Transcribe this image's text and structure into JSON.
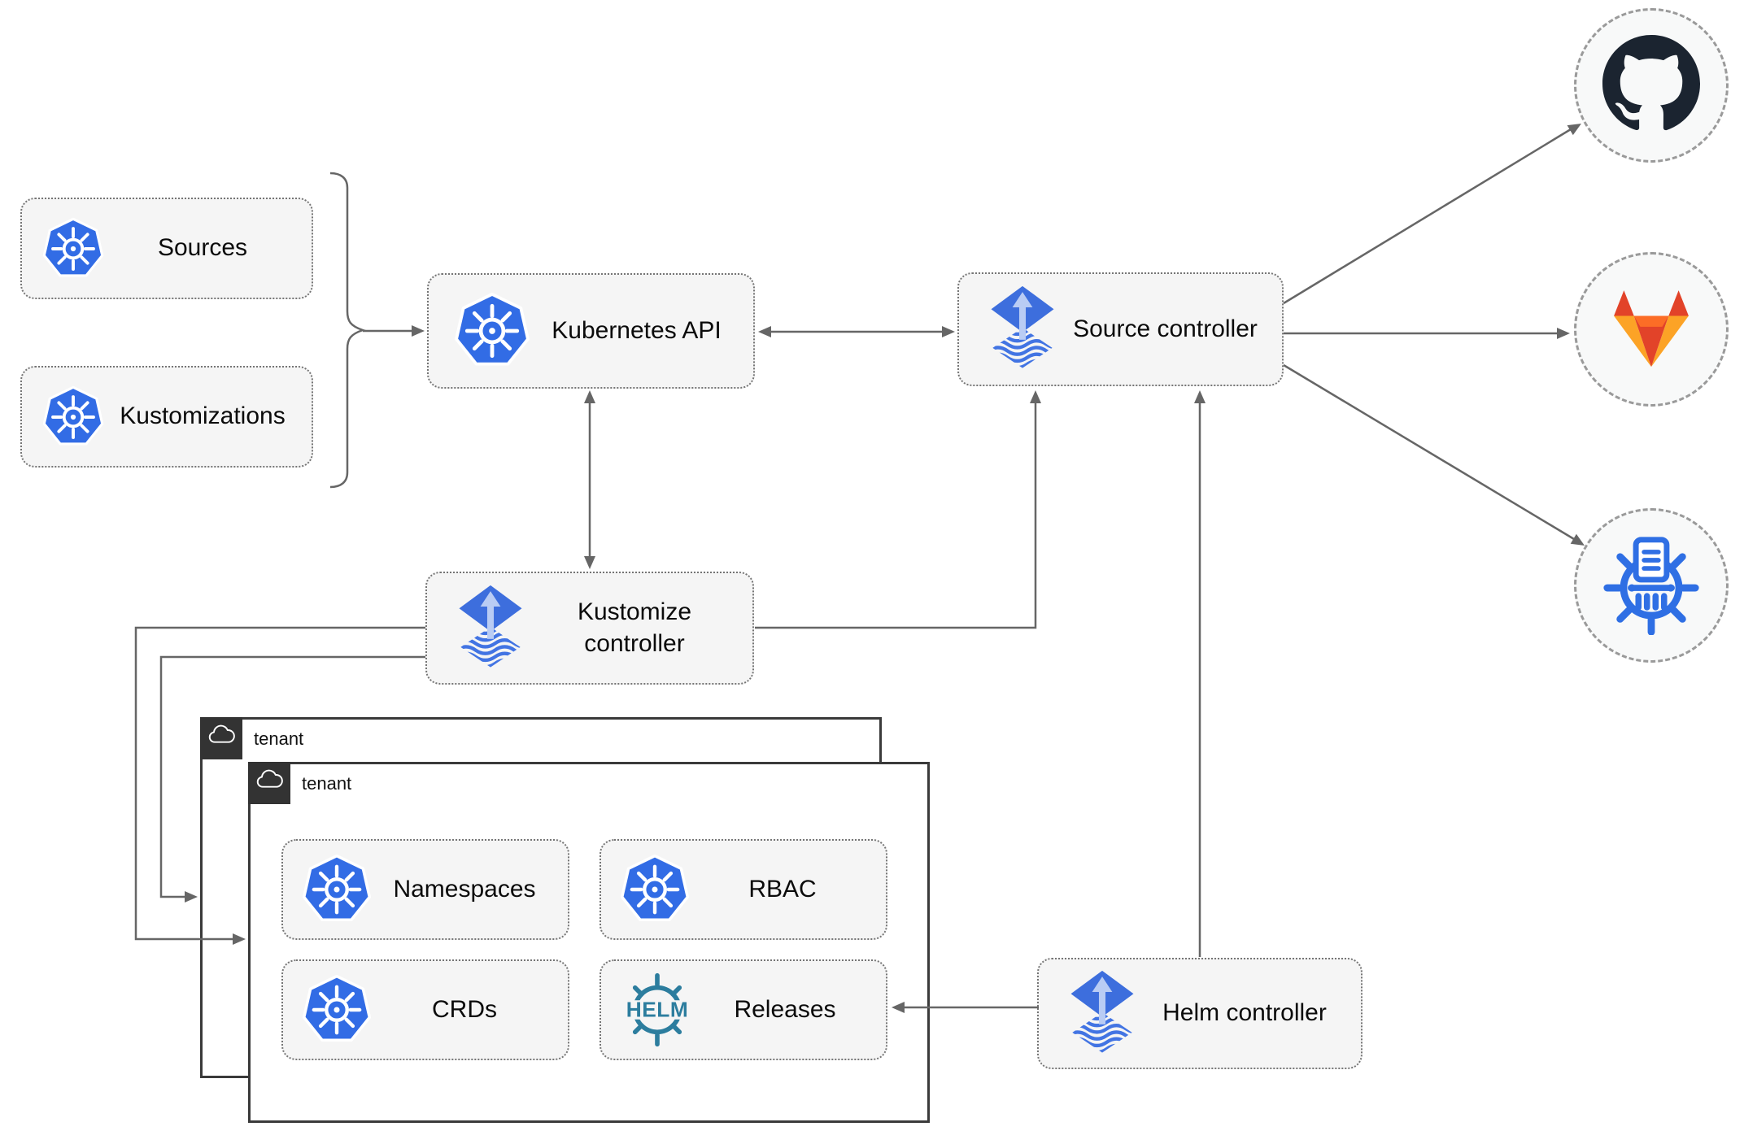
{
  "nodes": {
    "sources": {
      "label": "Sources",
      "icon": "kubernetes"
    },
    "kustomizations": {
      "label": "Kustomizations",
      "icon": "kubernetes"
    },
    "kubernetes_api": {
      "label": "Kubernetes API",
      "icon": "kubernetes"
    },
    "source_controller": {
      "label": "Source controller",
      "icon": "flux"
    },
    "kustomize_controller": {
      "label": "Kustomize controller",
      "icon": "flux"
    },
    "helm_controller": {
      "label": "Helm controller",
      "icon": "flux"
    },
    "tenant_outer": {
      "label": "tenant",
      "icon": "cloud"
    },
    "tenant_inner": {
      "label": "tenant",
      "icon": "cloud"
    },
    "namespaces": {
      "label": "Namespaces",
      "icon": "kubernetes"
    },
    "rbac": {
      "label": "RBAC",
      "icon": "kubernetes"
    },
    "crds": {
      "label": "CRDs",
      "icon": "kubernetes"
    },
    "releases": {
      "label": "Releases",
      "icon": "helm"
    },
    "github": {
      "icon": "github"
    },
    "gitlab": {
      "icon": "gitlab"
    },
    "chartmuseum": {
      "icon": "chartmuseum"
    }
  },
  "helm_logo_text": "HELM",
  "edges": [
    {
      "from": "sources_and_kustomizations",
      "to": "kubernetes_api",
      "style": "arrow"
    },
    {
      "from": "kubernetes_api",
      "to": "source_controller",
      "style": "double-arrow"
    },
    {
      "from": "kubernetes_api",
      "to": "kustomize_controller",
      "style": "double-arrow"
    },
    {
      "from": "kustomize_controller",
      "to": "source_controller",
      "style": "arrow"
    },
    {
      "from": "kustomize_controller",
      "to": "tenant_outer",
      "style": "arrow"
    },
    {
      "from": "kustomize_controller",
      "to": "tenant_inner",
      "style": "arrow"
    },
    {
      "from": "helm_controller",
      "to": "source_controller",
      "style": "arrow"
    },
    {
      "from": "helm_controller",
      "to": "releases",
      "style": "arrow"
    },
    {
      "from": "source_controller",
      "to": "github",
      "style": "arrow"
    },
    {
      "from": "source_controller",
      "to": "gitlab",
      "style": "arrow"
    },
    {
      "from": "source_controller",
      "to": "chartmuseum",
      "style": "arrow"
    }
  ],
  "colors": {
    "kubernetes_blue": "#326ce5",
    "flux_blue": "#3d6edd",
    "flux_light_blue": "#b9ccf4",
    "helm_teal": "#2c7d9e",
    "github_dark": "#1b2430",
    "gitlab_orange_dark": "#e24329",
    "gitlab_orange": "#fc6d26",
    "gitlab_orange_light": "#fca326",
    "chartmuseum_blue": "#2f6fe4",
    "edge_gray": "#666666",
    "node_fill": "#f5f5f5",
    "tenant_tab": "#333333"
  }
}
